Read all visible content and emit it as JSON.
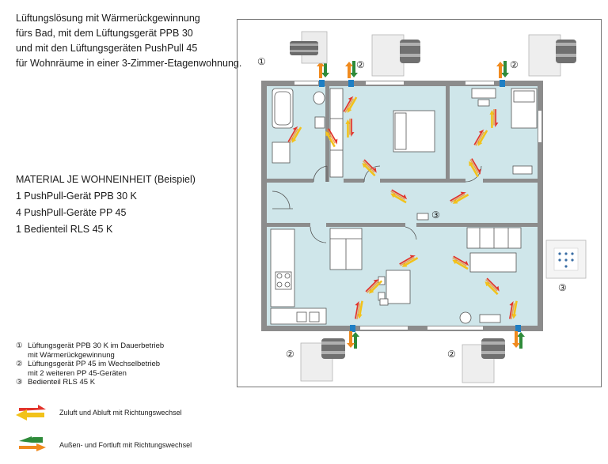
{
  "intro": {
    "lines": [
      "Lüftungslösung mit Wärmerückgewinnung",
      "fürs Bad, mit dem Lüftungsgerät PPB 30",
      "und mit den Lüftungsgeräten PushPull 45",
      "für Wohnräume in einer 3-Zimmer-Etagenwohnung."
    ]
  },
  "material": {
    "heading": "MATERIAL JE WOHNEINHEIT (Beispiel)",
    "items": [
      "1 PushPull-Gerät PPB 30 K",
      "4 PushPull-Geräte PP 45",
      "1 Bedienteil RLS 45 K"
    ]
  },
  "notes": [
    {
      "num": "①",
      "lines": [
        "Lüftungsgerät PPB 30 K im Dauerbetrieb",
        "mit Wärmerückgewinnung"
      ]
    },
    {
      "num": "②",
      "lines": [
        "Lüftungsgerät PP 45 im Wechselbetrieb",
        "mit 2 weiteren PP 45-Geräten"
      ]
    },
    {
      "num": "③",
      "lines": [
        "Bedienteil RLS 45 K"
      ]
    }
  ],
  "legend": {
    "supply_exhaust": "Zuluft und Abluft mit Richtungswechsel",
    "outdoor_outgoing": "Außen- und Fortluft mit Richtungswechsel"
  },
  "markers": {
    "one": "①",
    "two": "②",
    "three": "③"
  },
  "colors": {
    "floor": "#cfe6ea",
    "wall": "#8c8c8c",
    "arrow_red": "#e2332b",
    "arrow_yellow": "#f2c21a",
    "arrow_orange": "#f08a1e",
    "arrow_green": "#2e8b3a",
    "device_blue": "#1e7fc4"
  }
}
